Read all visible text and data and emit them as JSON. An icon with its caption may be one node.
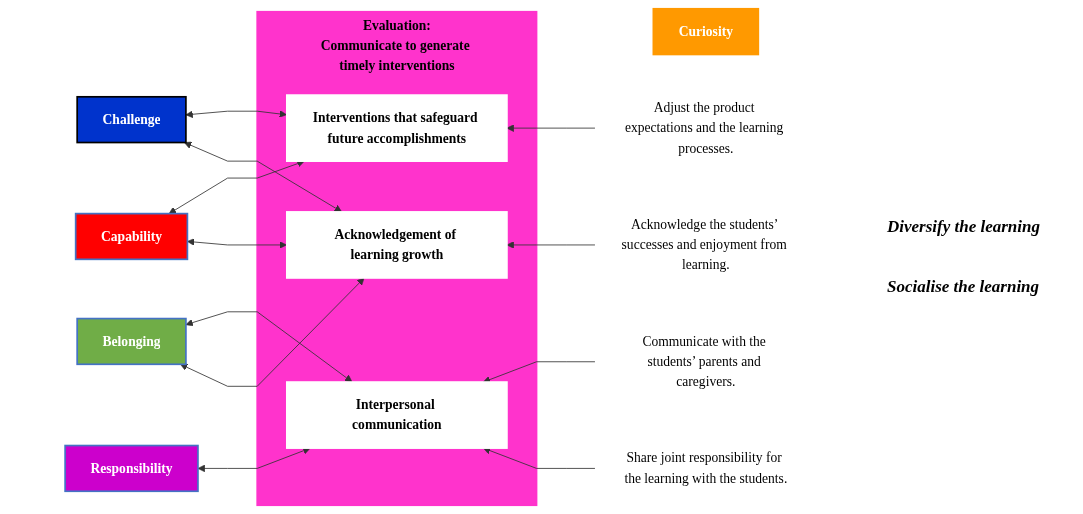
{
  "diagram": {
    "nodes": [
      {
        "text": [
          "Evaluation:",
          "Communicate to generate timely interventions"
        ]
      },
      {
        "text": [
          "Acknowledgement of learning growth"
        ],
        "in": 0
      },
      {
        "text": [
          "Interventions that safeguard future accomplishments"
        ],
        "in": 0
      },
      {
        "text": [
          "Interpersonal communication"
        ],
        "in": 0
      },
      {
        "text": [
          "Challenge"
        ]
      },
      {
        "text": [
          "Curiosity"
        ]
      },
      {
        "text": [
          "Responsibility"
        ]
      },
      {
        "text": [
          "Capability"
        ]
      },
      {
        "text": [
          "Belonging"
        ]
      },
      {
        "text": [
          "Adjust the product expectations and the learning processes."
        ]
      },
      {
        "text": [
          "Acknowledge the students’ successes and enjoyment from learning."
        ]
      },
      {
        "text": [
          "Share joint responsibility for the learning with the students."
        ]
      },
      {
        "text": [
          "Communicate with the students’ parents and caregivers."
        ]
      }
    ],
    "edges": [
      {
        "from": 4,
        "to": 1,
        "arrow": "both"
      },
      {
        "from": 4,
        "to": 2,
        "arrow": "both"
      },
      {
        "from": 7,
        "to": 1,
        "arrow": "both"
      },
      {
        "from": 8,
        "to": 1,
        "arrow": "both"
      },
      {
        "from": 6,
        "to": 3,
        "arrow": "both"
      },
      {
        "from": 7,
        "to": 2,
        "arrow": "both"
      },
      {
        "from": 8,
        "to": 3,
        "arrow": "both"
      },
      {
        "from": 10,
        "to": 1,
        "arrow": "to"
      },
      {
        "from": 9,
        "to": 2,
        "arrow": "to"
      },
      {
        "from": 11,
        "to": 3,
        "arrow": "to"
      },
      {
        "from": 12,
        "to": 3,
        "arrow": "to"
      }
    ],
    "labels": [
      "Diversify the learning",
      "Socialise the learning"
    ]
  }
}
